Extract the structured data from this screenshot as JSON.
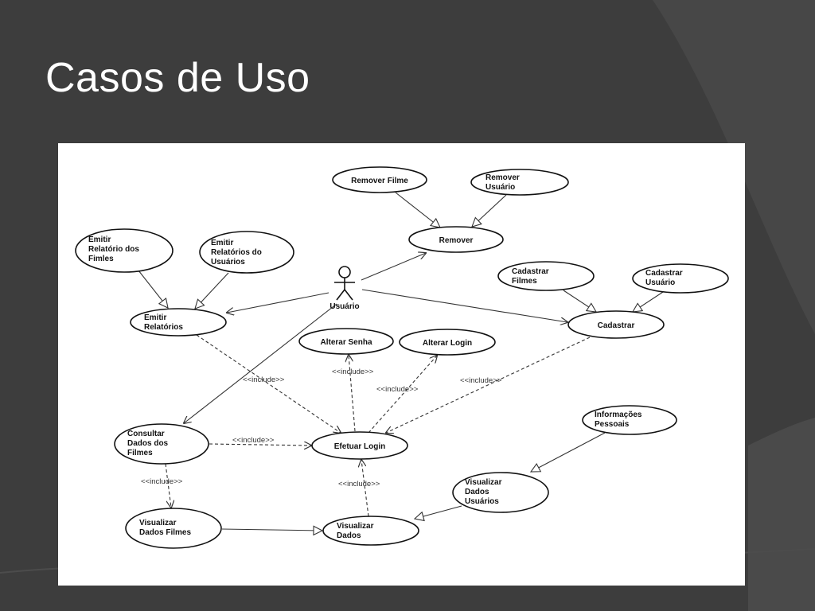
{
  "slide": {
    "title": "Casos de Uso"
  },
  "diagram": {
    "actor": {
      "name": "Usuário"
    },
    "use_cases": [
      {
        "id": "remover_filme",
        "lines": [
          "Remover Filme"
        ]
      },
      {
        "id": "remover_usuario",
        "lines": [
          "Remover",
          "Usuário"
        ]
      },
      {
        "id": "remover",
        "lines": [
          "Remover"
        ]
      },
      {
        "id": "emitir_rel_filmes",
        "lines": [
          "Emitir",
          "Relatório dos",
          "Fimles"
        ]
      },
      {
        "id": "emitir_rel_usuarios",
        "lines": [
          "Emitir",
          "Relatórios do",
          "Usuários"
        ]
      },
      {
        "id": "emitir_relatorios",
        "lines": [
          "Emitir",
          "Relatórios"
        ]
      },
      {
        "id": "cadastrar_filmes",
        "lines": [
          "Cadastrar",
          "Filmes"
        ]
      },
      {
        "id": "cadastrar_usuario",
        "lines": [
          "Cadastrar",
          "Usuário"
        ]
      },
      {
        "id": "cadastrar",
        "lines": [
          "Cadastrar"
        ]
      },
      {
        "id": "alterar_senha",
        "lines": [
          "Alterar Senha"
        ]
      },
      {
        "id": "alterar_login",
        "lines": [
          "Alterar Login"
        ]
      },
      {
        "id": "efetuar_login",
        "lines": [
          "Efetuar Login"
        ]
      },
      {
        "id": "consultar_dados_filmes",
        "lines": [
          "Consultar",
          "Dados dos",
          "Filmes"
        ]
      },
      {
        "id": "informacoes_pessoais",
        "lines": [
          "Informações",
          "Pessoais"
        ]
      },
      {
        "id": "visualizar_dados_usuarios",
        "lines": [
          "Visualizar",
          "Dados",
          "Usuários"
        ]
      },
      {
        "id": "visualizar_dados_filmes",
        "lines": [
          "Visualizar",
          "Dados Filmes"
        ]
      },
      {
        "id": "visualizar_dados",
        "lines": [
          "Visualizar",
          "Dados"
        ]
      }
    ],
    "relations": [
      {
        "from": "actor",
        "to": "remover",
        "kind": "association"
      },
      {
        "from": "actor",
        "to": "emitir_relatorios",
        "kind": "association"
      },
      {
        "from": "actor",
        "to": "cadastrar",
        "kind": "association"
      },
      {
        "from": "actor",
        "to": "consultar_dados_filmes",
        "kind": "association"
      },
      {
        "from": "remover_filme",
        "to": "remover",
        "kind": "generalization"
      },
      {
        "from": "remover_usuario",
        "to": "remover",
        "kind": "generalization"
      },
      {
        "from": "emitir_rel_filmes",
        "to": "emitir_relatorios",
        "kind": "generalization"
      },
      {
        "from": "emitir_rel_usuarios",
        "to": "emitir_relatorios",
        "kind": "generalization"
      },
      {
        "from": "cadastrar_filmes",
        "to": "cadastrar",
        "kind": "generalization"
      },
      {
        "from": "cadastrar_usuario",
        "to": "cadastrar",
        "kind": "generalization"
      },
      {
        "from": "informacoes_pessoais",
        "to": "visualizar_dados_usuarios",
        "kind": "generalization"
      },
      {
        "from": "visualizar_dados_usuarios",
        "to": "visualizar_dados",
        "kind": "generalization"
      },
      {
        "from": "visualizar_dados_filmes",
        "to": "visualizar_dados",
        "kind": "generalization"
      },
      {
        "from": "emitir_relatorios",
        "to": "efetuar_login",
        "kind": "include",
        "label": "<<include>>"
      },
      {
        "from": "efetuar_login",
        "to": "alterar_senha",
        "kind": "include",
        "label": "<<include>>"
      },
      {
        "from": "efetuar_login",
        "to": "alterar_login",
        "kind": "include",
        "label": "<<include>>"
      },
      {
        "from": "cadastrar",
        "to": "efetuar_login",
        "kind": "include",
        "label": "<<include>>"
      },
      {
        "from": "consultar_dados_filmes",
        "to": "efetuar_login",
        "kind": "include",
        "label": "<<include>>"
      },
      {
        "from": "consultar_dados_filmes",
        "to": "visualizar_dados_filmes",
        "kind": "include",
        "label": "<<include>>"
      },
      {
        "from": "visualizar_dados",
        "to": "efetuar_login",
        "kind": "include",
        "label": "<<include>>"
      }
    ]
  }
}
